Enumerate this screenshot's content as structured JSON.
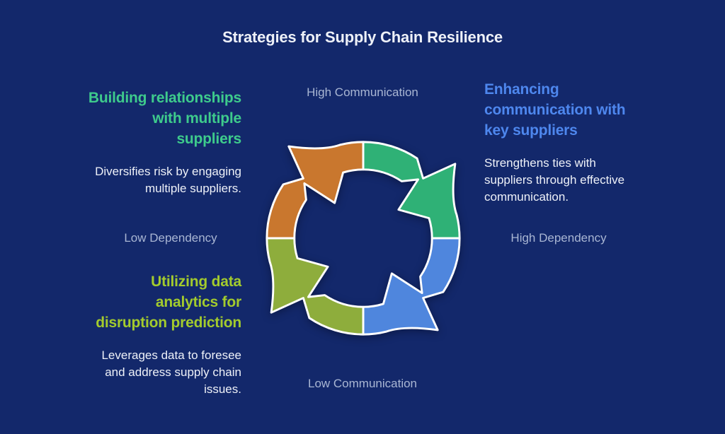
{
  "title": "Strategies for Supply Chain Resilience",
  "colors": {
    "background": "#13286b",
    "text": "#eef1f8",
    "muted_label": "#a9b6d3",
    "outline": "#ffffff"
  },
  "axis_labels": {
    "top": "High Communication",
    "left": "Low Dependency",
    "right": "High Dependency",
    "bottom": "Low Communication"
  },
  "strategies": {
    "multiple_suppliers": {
      "heading": "Building relationships\nwith multiple\nsuppliers",
      "description": "Diversifies risk by engaging\nmultiple suppliers.",
      "accent": "#3ecb8c"
    },
    "communication": {
      "heading": "Enhancing\ncommunication with\nkey suppliers",
      "description": "Strengthens ties with\nsuppliers through effective\ncommunication.",
      "accent": "#4e87ee"
    },
    "data_analytics": {
      "heading": "Utilizing data\nanalytics for\ndisruption prediction",
      "description": "Leverages data to foresee\nand address supply chain\nissues.",
      "accent": "#a3cb2d"
    }
  },
  "cycle": {
    "direction": "clockwise",
    "segments": [
      {
        "position": "top-right",
        "color": "#2fb176"
      },
      {
        "position": "bottom-right",
        "color": "#4f86dd"
      },
      {
        "position": "bottom-left",
        "color": "#8ead3c"
      },
      {
        "position": "top-left",
        "color": "#c9772e"
      }
    ],
    "outline_color": "#ffffff"
  }
}
